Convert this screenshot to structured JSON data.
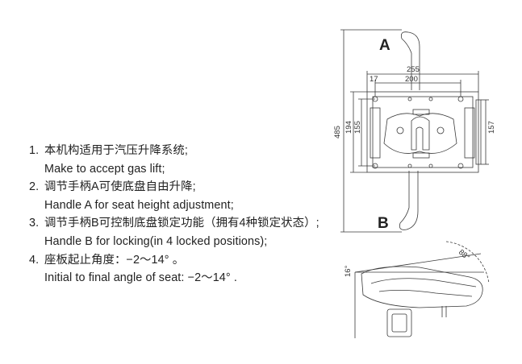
{
  "specs": [
    {
      "num": "1.",
      "zh": "本机构适用于汽压升降系统;",
      "en": "Make to accept gas lift;"
    },
    {
      "num": "2.",
      "zh": "调节手柄A可使底盘自由升降;",
      "en": "Handle A for seat height adjustment;"
    },
    {
      "num": "3.",
      "zh": "调节手柄B可控制底盘锁定功能（拥有4种锁定状态）;",
      "en": "Handle B for locking(in 4 locked positions);"
    },
    {
      "num": "4.",
      "zh": "座板起止角度：−2～14°  。",
      "en": "Initial to final angle of seat: −2～14°  ."
    }
  ],
  "diagram": {
    "handle_a": "A",
    "handle_b": "B",
    "dims": {
      "overall_height": "485",
      "width_total": "255",
      "width_holes": "200",
      "offset": "17",
      "h194": "194",
      "h155": "155",
      "h157": "157"
    },
    "angles": {
      "tilt": "16°",
      "swing": "88°"
    }
  }
}
